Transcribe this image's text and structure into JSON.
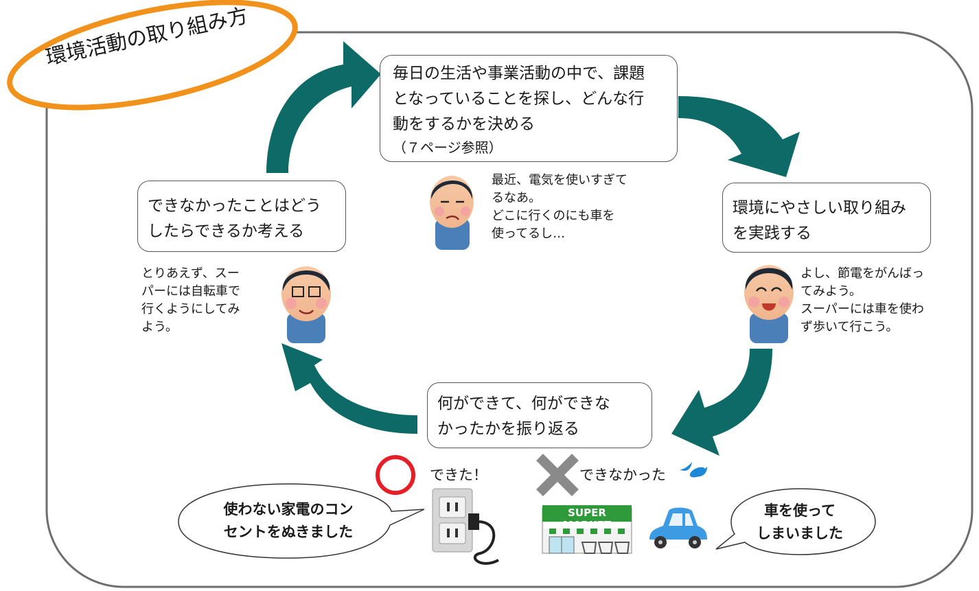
{
  "title": "環境活動の取り組み方",
  "steps": {
    "plan": {
      "line1": "毎日の生活や事業活動の中で、課題",
      "line2": "となっていることを探し、どんな行",
      "line3": "動をするかを決める",
      "line4": "（７ページ参照）"
    },
    "do": {
      "line1": "環境にやさしい取り組み",
      "line2": "を実践する"
    },
    "check": {
      "line1": "何ができて、何ができな",
      "line2": "かったかを振り返る"
    },
    "act": {
      "line1": "できなかったことはどう",
      "line2": "したらできるか考える"
    }
  },
  "thoughts": {
    "plan": {
      "line1": "最近、電気を使いすぎて",
      "line2": "るなあ。",
      "line3": "どこに行くのにも車を",
      "line4": "使ってるし…"
    },
    "do": {
      "line1": "よし、節電をがんばっ",
      "line2": "てみよう。",
      "line3": "スーパーには車を使わ",
      "line4": "ず歩いて行こう。"
    },
    "act": {
      "line1": "とりあえず、スー",
      "line2": "パーには自転車で",
      "line3": "行くようにしてみ",
      "line4": "よう。"
    }
  },
  "results": {
    "done_label": "できた！",
    "not_done_label": "できなかった",
    "done_bubble": {
      "line1": "使わない家電のコン",
      "line2": "セントをぬきました"
    },
    "not_done_bubble": {
      "line1": "車を使って",
      "line2": "しまいました"
    },
    "store_sign": "SUPER MARKET"
  },
  "colors": {
    "arrow": "#0e6a66",
    "title_ellipse": "#f0921c",
    "circle_mark": "#e61e28",
    "cross_mark": "#8a8a8a",
    "frame": "#6e6e6e"
  }
}
